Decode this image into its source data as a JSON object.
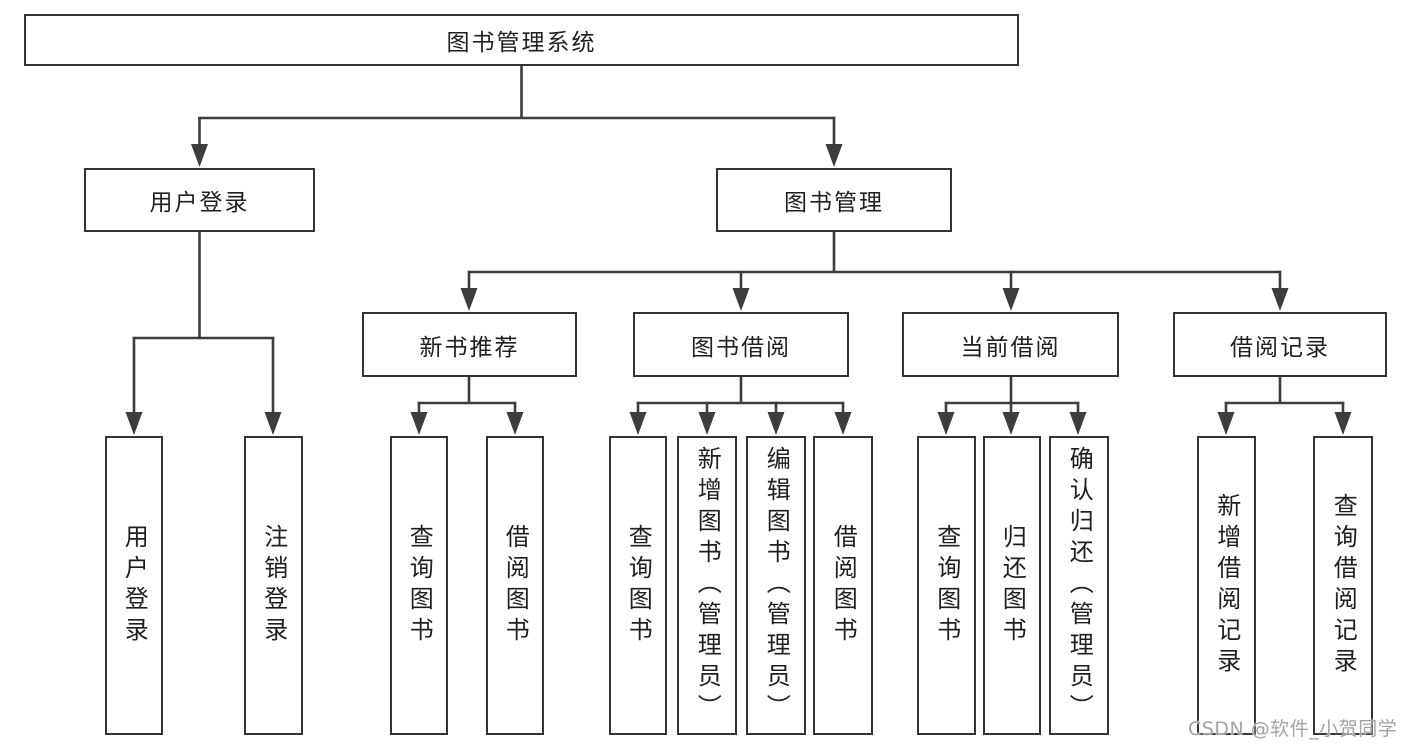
{
  "diagram_title": "图书管理系统",
  "tree": {
    "root": {
      "label": "图书管理系统"
    },
    "branches": [
      {
        "label": "用户登录",
        "children": [
          {
            "label": "用户登录"
          },
          {
            "label": "注销登录"
          }
        ]
      },
      {
        "label": "图书管理",
        "children": [
          {
            "label": "新书推荐",
            "children": [
              {
                "label": "查询图书"
              },
              {
                "label": "借阅图书"
              }
            ]
          },
          {
            "label": "图书借阅",
            "children": [
              {
                "label": "查询图书"
              },
              {
                "label": "新增图书（管理员）"
              },
              {
                "label": "编辑图书（管理员）"
              },
              {
                "label": "借阅图书"
              }
            ]
          },
          {
            "label": "当前借阅",
            "children": [
              {
                "label": "查询图书"
              },
              {
                "label": "归还图书"
              },
              {
                "label": "确认归还（管理员）"
              }
            ]
          },
          {
            "label": "借阅记录",
            "children": [
              {
                "label": "新增借阅记录"
              },
              {
                "label": "查询借阅记录"
              }
            ]
          }
        ]
      }
    ]
  },
  "watermark": {
    "text": "CSDN @软件_小贺同学"
  },
  "colors": {
    "line": "#3d3d3d",
    "box_border": "#333333",
    "text": "#1f1f1f",
    "watermark": "#a3a3a3",
    "background": "#ffffff"
  }
}
